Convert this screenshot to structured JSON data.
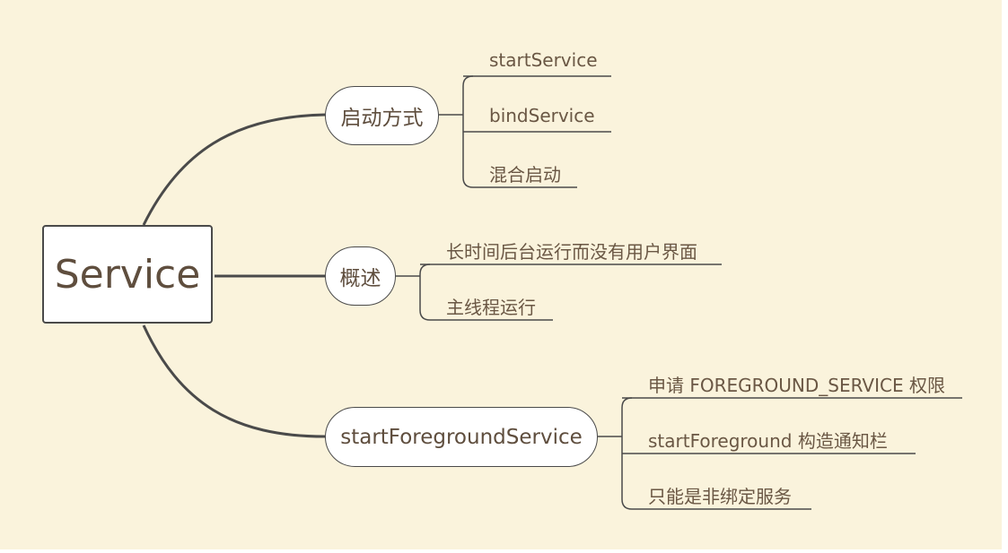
{
  "root": {
    "label": "Service"
  },
  "branches": [
    {
      "label": "启动方式",
      "children": [
        "startService",
        "bindService",
        "混合启动"
      ]
    },
    {
      "label": "概述",
      "children": [
        "长时间后台运行而没有用户界面",
        "主线程运行"
      ]
    },
    {
      "label": "startForegroundService",
      "children": [
        "申请 FOREGROUND_SERVICE 权限",
        "startForeground 构造通知栏",
        "只能是非绑定服务"
      ]
    }
  ],
  "colors": {
    "background": "#faf3dc",
    "line": "#4a4a4a",
    "text": "#5f4e3e"
  }
}
